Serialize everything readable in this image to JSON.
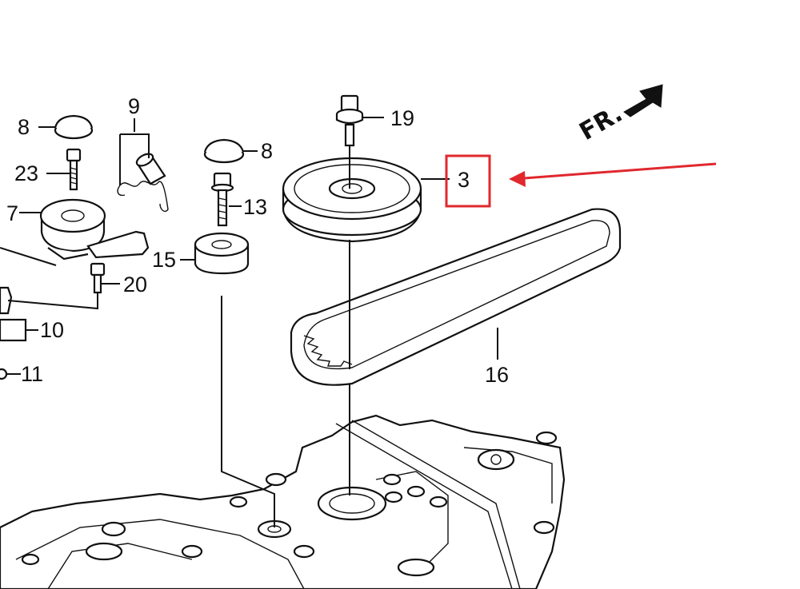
{
  "diagram": {
    "direction_label": "FR.",
    "callouts": {
      "p8a": "8",
      "p9": "9",
      "p23": "23",
      "p7": "7",
      "p20": "20",
      "p10": "10",
      "p11": "11",
      "p8b": "8",
      "p13": "13",
      "p15": "15",
      "p19": "19",
      "p3": "3",
      "p16": "16"
    },
    "highlight": {
      "target_callout": "3",
      "color": "#e0282e"
    }
  }
}
